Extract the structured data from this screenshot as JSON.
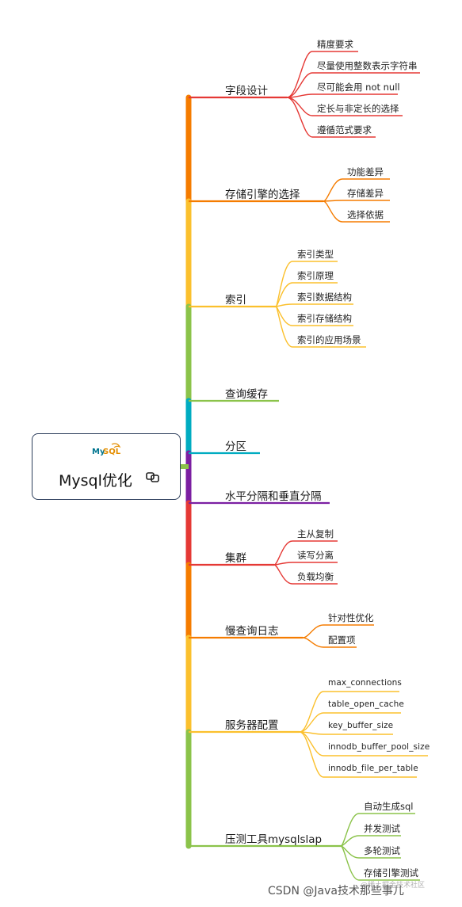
{
  "root": {
    "title": "Mysql优化",
    "logo_text": "MySQL",
    "link_icon": "link-icon"
  },
  "topics": [
    {
      "label": "字段设计",
      "color": "#e53935",
      "children": [
        "精度要求",
        "尽量使用整数表示字符串",
        "尽可能会用 not null",
        "定长与非定长的选择",
        "遵循范式要求"
      ]
    },
    {
      "label": "存储引擎的选择",
      "color": "#f57c00",
      "children": [
        "功能差异",
        "存储差异",
        "选择依据"
      ]
    },
    {
      "label": "索引",
      "color": "#fbc02d",
      "children": [
        "索引类型",
        "索引原理",
        "索引数据结构",
        "索引存储结构",
        "索引的应用场景"
      ]
    },
    {
      "label": "查询缓存",
      "color": "#8bc34a",
      "children": []
    },
    {
      "label": "分区",
      "color": "#00acc1",
      "children": []
    },
    {
      "label": "水平分隔和垂直分隔",
      "color": "#7b1fa2",
      "children": []
    },
    {
      "label": "集群",
      "color": "#e53935",
      "children": [
        "主从复制",
        "读写分离",
        "负载均衡"
      ]
    },
    {
      "label": "慢查询日志",
      "color": "#f57c00",
      "children": [
        "针对性优化",
        "配置项"
      ]
    },
    {
      "label": "服务器配置",
      "color": "#fbc02d",
      "children": [
        "max_connections",
        "table_open_cache",
        "key_buffer_size",
        "innodb_buffer_pool_size",
        "innodb_file_per_table"
      ]
    },
    {
      "label": "压测工具mysqlslap",
      "color": "#8bc34a",
      "children": [
        "自动生成sql",
        "并发测试",
        "多轮测试",
        "存储引擎测试"
      ]
    }
  ],
  "watermark": {
    "csdn": "CSDN @Java技术那些事儿",
    "faint": "@稀土掘金技术社区"
  }
}
